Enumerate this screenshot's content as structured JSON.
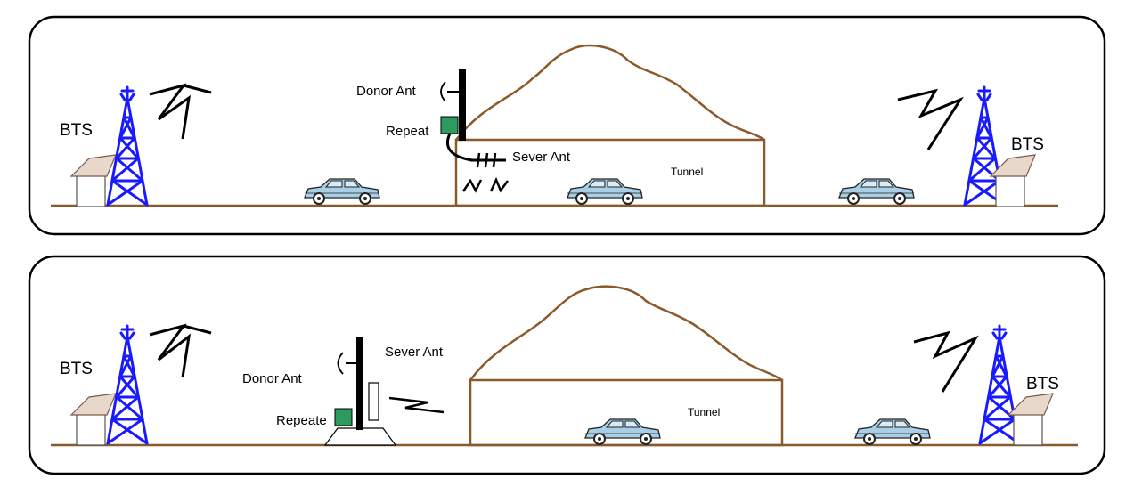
{
  "scenario_top": {
    "bts_left_label": "BTS",
    "bts_right_label": "BTS",
    "donor_ant_label": "Donor Ant",
    "repeater_label": "Repeat",
    "server_ant_label": "Sever Ant",
    "tunnel_label": "Tunnel"
  },
  "scenario_bottom": {
    "bts_left_label": "BTS",
    "bts_right_label": "BTS",
    "donor_ant_label": "Donor Ant",
    "repeater_label": "Repeate",
    "server_ant_label": "Sever Ant",
    "tunnel_label": "Tunnel"
  },
  "colors": {
    "tower": "#1a1aff",
    "ground_and_tunnel": "#8B5A2B",
    "repeater_box": "#2e9a5e",
    "car": "#a9cfe6"
  },
  "icons": [
    "bts-tower-icon",
    "house-icon",
    "car-icon",
    "signal-bolt-icon",
    "dish-antenna-icon",
    "panel-antenna-icon",
    "yagi-antenna-icon"
  ]
}
